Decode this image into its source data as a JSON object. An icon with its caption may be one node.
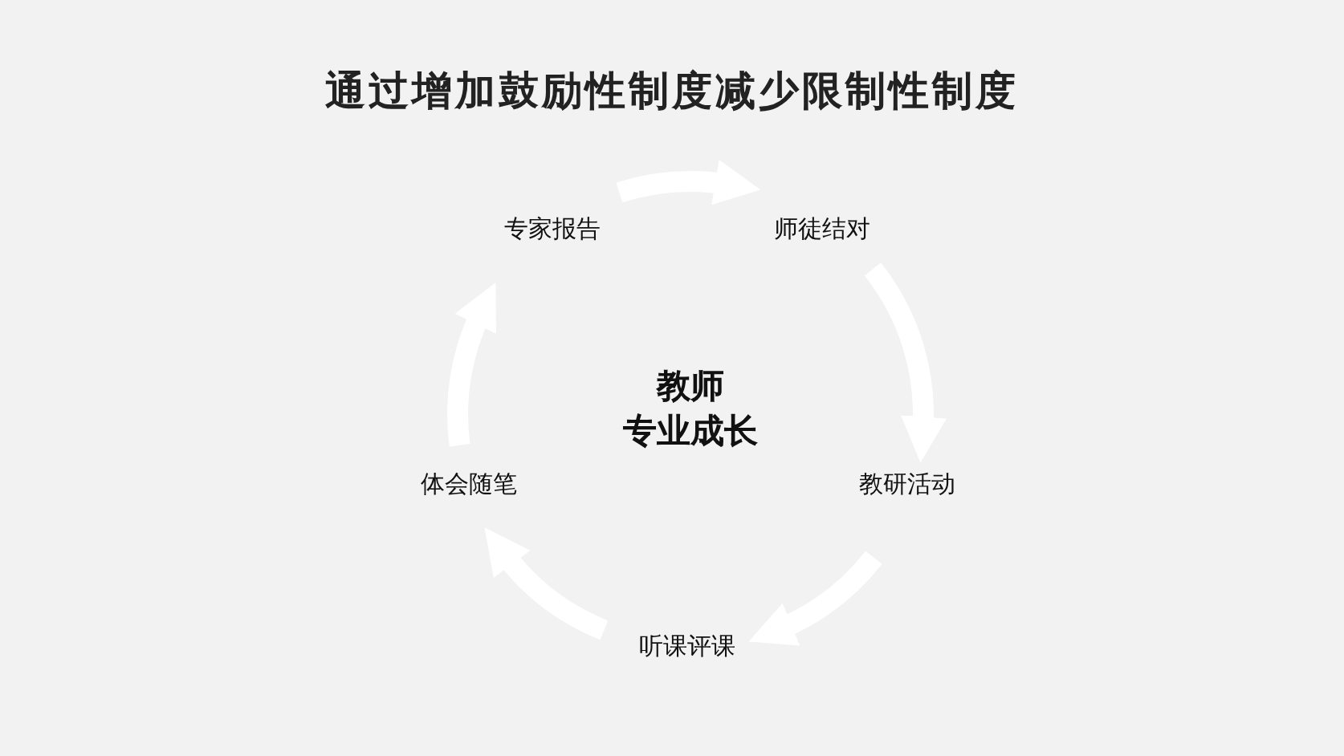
{
  "diagram": {
    "title": "通过增加鼓励性制度减少限制性制度",
    "nodes": [
      {
        "text": [
          "教师",
          "专业成长"
        ]
      },
      {
        "text": [
          "专家报告"
        ]
      },
      {
        "text": [
          "师徒结对"
        ]
      },
      {
        "text": [
          "教研活动"
        ]
      },
      {
        "text": [
          "听课评课"
        ]
      },
      {
        "text": [
          "体会随笔"
        ]
      }
    ],
    "edges": [
      {
        "from": 1,
        "to": 2,
        "arrow": "to"
      },
      {
        "from": 2,
        "to": 3,
        "arrow": "to"
      },
      {
        "from": 3,
        "to": 4,
        "arrow": "to"
      },
      {
        "from": 4,
        "to": 5,
        "arrow": "to"
      },
      {
        "from": 5,
        "to": 1,
        "arrow": "to"
      }
    ]
  }
}
